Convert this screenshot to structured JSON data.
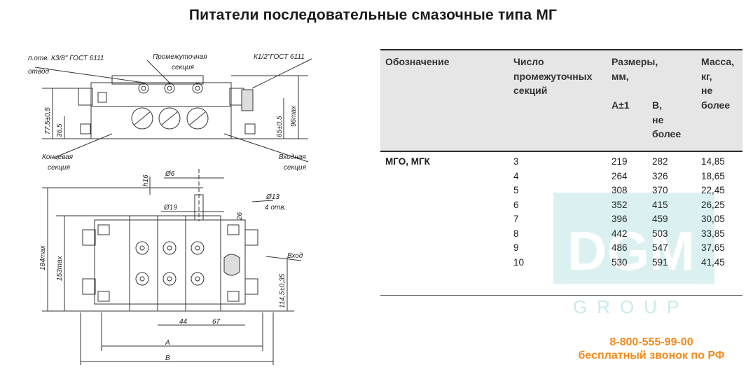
{
  "page": {
    "title": "Питатели последовательные смазочные типа МГ"
  },
  "drawing": {
    "labels": {
      "hole_thread": "п.отв. К3/8\" ГОСТ 6111",
      "outlet": "отвод",
      "intermediate": "Промежуточная",
      "section": "секция",
      "inlet_thread": "К1/2\"ГОСТ 6111",
      "end_section_1": "Концевая",
      "end_section_2": "секция",
      "inlet_section_1": "Входная",
      "inlet_section_2": "секция",
      "inlet": "Вход",
      "holes_count": "4 отв."
    },
    "dims": {
      "d_77": "77,5±0,5",
      "d_36": "36,5",
      "d_65": "65±0,5",
      "d_96": "96max",
      "d_h16": "h16",
      "d_6": "Ø6",
      "d_19": "Ø19",
      "d_13": "Ø13",
      "d_26": "26",
      "d_184": "184max",
      "d_153": "153max",
      "d_114": "114,5±0,35",
      "d_44": "44",
      "d_67": "67",
      "d_A": "A",
      "d_B": "B"
    }
  },
  "spec_table": {
    "headers": {
      "designation": "Обозначение",
      "sections": [
        "Число",
        "промежуточных",
        "секций"
      ],
      "sizes": [
        "Размеры,",
        "мм,"
      ],
      "a": "A±1",
      "b": [
        "B,",
        "не",
        "более"
      ],
      "mass": [
        "Масса,",
        "кг,",
        "не",
        "более"
      ]
    },
    "model": "МГО, МГК",
    "rows": [
      {
        "sections": "3",
        "a": "219",
        "b": "282",
        "mass": "14,85"
      },
      {
        "sections": "4",
        "a": "264",
        "b": "326",
        "mass": "18,65"
      },
      {
        "sections": "5",
        "a": "308",
        "b": "370",
        "mass": "22,45"
      },
      {
        "sections": "6",
        "a": "352",
        "b": "415",
        "mass": "26,25"
      },
      {
        "sections": "7",
        "a": "396",
        "b": "459",
        "mass": "30,05"
      },
      {
        "sections": "8",
        "a": "442",
        "b": "503",
        "mass": "33,85"
      },
      {
        "sections": "9",
        "a": "486",
        "b": "547",
        "mass": "37,65"
      },
      {
        "sections": "10",
        "a": "530",
        "b": "591",
        "mass": "41,45"
      }
    ]
  },
  "watermark": {
    "logo_main": "DGM",
    "logo_sub": "GROUP",
    "color": "#5ec4c4"
  },
  "contact": {
    "phone": "8-800-555-99-00",
    "note": "бесплатный звонок по РФ",
    "color": "#f28a1c"
  }
}
